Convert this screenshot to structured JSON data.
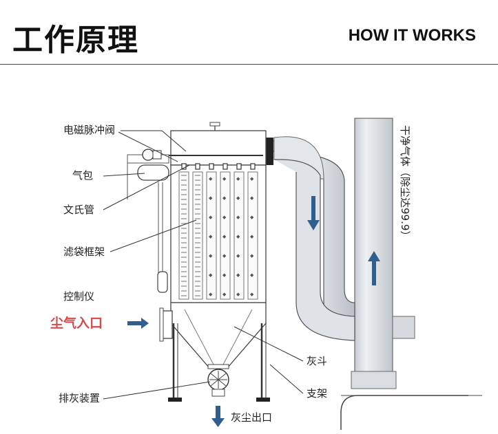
{
  "header": {
    "title_cn": "工作原理",
    "title_en": "HOW IT WORKS"
  },
  "labels": {
    "solenoid_valve": "电磁脉冲阀",
    "air_bag": "气包",
    "venturi": "文氏管",
    "filter_frame": "滤袋框架",
    "controller": "控制仪",
    "dust_inlet": "尘气入口",
    "ash_hopper": "灰斗",
    "discharge_device": "排灰装置",
    "support": "支架",
    "dust_outlet": "灰尘出口",
    "clean_gas": "干净气体（除尘达99.9）"
  },
  "colors": {
    "arrow_blue": "#2f5f8f",
    "inlet_red": "#d64a4a"
  }
}
